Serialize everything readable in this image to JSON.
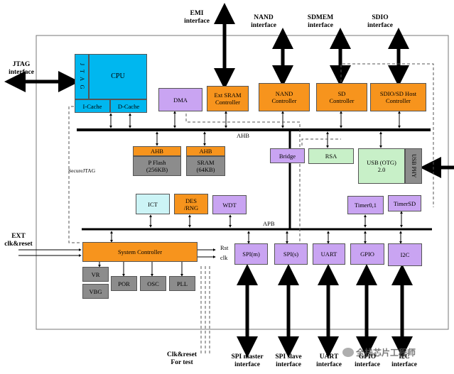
{
  "buses": {
    "ahb": "AHB",
    "apb": "APB"
  },
  "cpu": {
    "jtag_letters": "J T A G",
    "title": "CPU",
    "icache": "I-Cache",
    "dcache": "D-Cache"
  },
  "blocks": {
    "dma": "DMA",
    "ext_sram": [
      "Ext SRAM",
      "Controller"
    ],
    "nand": [
      "NAND",
      "Controller"
    ],
    "sd": [
      "SD",
      "Controller"
    ],
    "sdio": [
      "SDIO/SD Host",
      "Controller"
    ],
    "pflash_hdr": "AHB",
    "pflash": [
      "P Flash",
      "(256KB)"
    ],
    "sram_hdr": "AHB",
    "sram": [
      "SRAM",
      "(64KB)"
    ],
    "bridge": "Bridge",
    "rsa": "RSA",
    "usb": [
      "USB (OTG)",
      "2.0"
    ],
    "usb_phy": "USB PHY",
    "ict": "ICT",
    "des": [
      "DES",
      "/RNG"
    ],
    "wdt": "WDT",
    "timer01": "Timer0,1",
    "timersd": "TimerSD",
    "sysctrl": "System Controller",
    "spim": "SPI(m)",
    "spis": "SPI(s)",
    "uart": "UART",
    "gpio": "GPIO",
    "i2c": "I2C",
    "vr": "VR",
    "vbg": "VBG",
    "por": "POR",
    "osc": "OSC",
    "pll": "PLL"
  },
  "labels": {
    "emi": [
      "EMI",
      "interface"
    ],
    "nand_if": [
      "NAND",
      "interface"
    ],
    "sdmem_if": [
      "SDMEM",
      "interface"
    ],
    "sdio_if": [
      "SDIO",
      "interface"
    ],
    "jtag_if": [
      "JTAG",
      "interface"
    ],
    "ext_clk": [
      "EXT",
      "clk&reset"
    ],
    "secure_jtag": "SecureJTAG",
    "rst": "Rst",
    "clk": "clk",
    "clk_test": [
      "Clk&reset",
      "For test"
    ],
    "spi_master_if": [
      "SPI master",
      "interface"
    ],
    "spi_slave_if": [
      "SPI slave",
      "interface"
    ],
    "uart_if": [
      "UART",
      "interface"
    ],
    "gpio_if": [
      "GPIO",
      "interface"
    ],
    "i2c_if": [
      "I2C",
      "interface"
    ],
    "watermark": "全栈芯片工程师"
  },
  "colors": {
    "orange": "#f7941d",
    "purple": "#c9a4f2",
    "cyan": "#00b7ef",
    "light_cyan": "#ccf4f6",
    "light_green": "#c8f0c8",
    "gray": "#8c8c8c"
  }
}
